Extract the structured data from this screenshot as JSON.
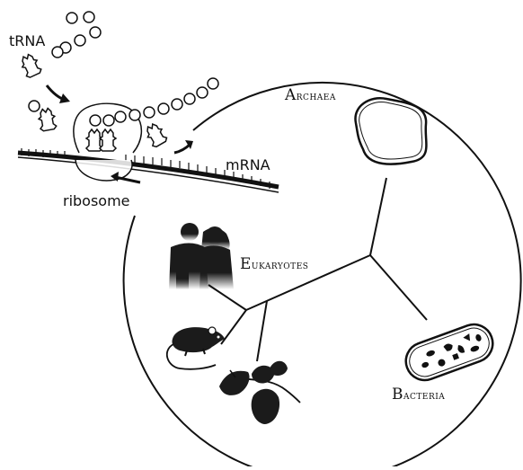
{
  "labels": {
    "trna": "tRNA",
    "mrna": "mRNA",
    "ribosome": "ribosome",
    "archaea": "Archaea",
    "eukaryotes": "Eukaryotes",
    "bacteria": "Bacteria"
  },
  "colors": {
    "ink": "#111111",
    "fill_dark": "#1b1b1b",
    "background": "#ffffff"
  },
  "icons": [
    "trna-icon",
    "amino-acid-icon",
    "peptide-chain-icon",
    "ribosome-icon",
    "mrna-strand-icon",
    "archaea-cell-icon",
    "bacteria-cell-icon",
    "humans-icon",
    "rat-icon",
    "plant-icon",
    "tree-of-life-icon"
  ]
}
